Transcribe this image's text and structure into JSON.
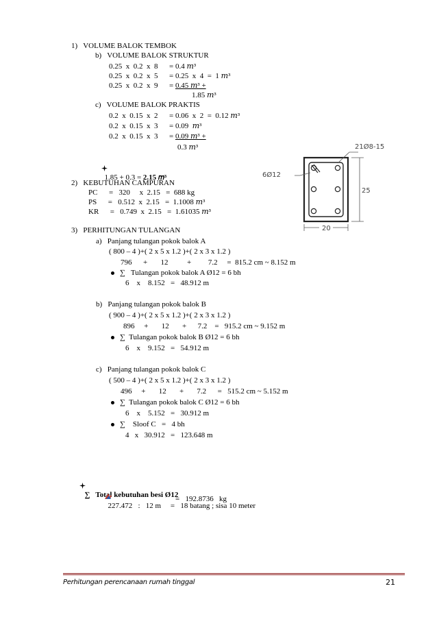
{
  "s1": {
    "title": "1)   VOLUME BALOK TEMBOK",
    "b_title": "b)   VOLUME BALOK STRUKTUR",
    "b_rows": [
      "0.25  x  0.2  x  8      = 0.4 𝑚³",
      "0.25  x  0.2  x  5      = 0.25  x  4  =  1 𝑚³",
      "0.25  x  0.2  x  9      = "
    ],
    "b_row3_u": "0.45 𝑚³ +",
    "b_total": "1.85 𝑚³",
    "c_title": "c)   VOLUME BALOK PRAKTIS",
    "c_rows": [
      "0.2  x  0.15  x  2      = 0.06  x  2  =  0.12 𝑚³",
      "0.2  x  0.15  x  3      = 0.09  𝑚³",
      "0.2  x  0.15  x  3      = "
    ],
    "c_row3_u": "0.09 𝑚³ +",
    "c_total": "0.3 𝑚³",
    "sum_plain": "1.85 + 0.3 = ",
    "sum_bold": "2.15 𝑚³"
  },
  "s2": {
    "title": "2)   KEBUTUHAN CAMPURAN",
    "rows": [
      "PC      =   320     x  2.15   =  688 kg",
      "PS      =   0.512  x  2.15   =  1.1008 𝑚³",
      "KR      =   0.749  x  2.15   =  1.61035 𝑚³"
    ]
  },
  "s3": {
    "title": "3)   PERHITUNGAN TULANGAN",
    "a_title": "a)   Panjang tulangan pokok balok A",
    "a_formula": "( 800 – 4 )+( 2 x 5 x 1.2 )+( 2 x 3 x 1.2 )",
    "a_values": "796      +       12          +         7.2     =  815.2 cm ~ 8.152 m",
    "a_bullet": "∑   Tulangan pokok balok A Ø12 = 6 bh",
    "a_calc": "6    x    8.152   =   48.912 m",
    "b_title": "b)   Panjang tulangan pokok balok B",
    "b_formula": "( 900 – 4 )+( 2 x 5 x 1.2 )+( 2 x 3 x 1.2 )",
    "b_values": "896     +       12       +      7.2    =   915.2 cm ~ 9.152 m",
    "b_bullet": "∑  Tulangan pokok balok B Ø12 = 6 bh",
    "b_calc": "6    x    9.152   =   54.912 m",
    "c_title": "c)   Panjang tulangan pokok balok C",
    "c_formula": "( 500 – 4 )+( 2 x 5 x 1.2 )+( 2 x 3 x 1.2 )",
    "c_values": "496     +       12       +       7.2      =   515.2 cm ~ 5.152 m",
    "c_bullet": "∑  Tulangan pokok balok C Ø12 = 6 bh",
    "c_calc": "6    x    5.152   =   30.912 m",
    "sloof_bullet": "∑    Sloof C   =   4 bh",
    "sloof_calc": "4   x   30.912   =   123.648 m"
  },
  "total": {
    "title": "∑   Total kebutuhan besi Ø12",
    "line1": "227.472   :   12 m     =   18 batang ; sisa 10 meter",
    "line2": "=   192.8736   kg"
  },
  "diagram": {
    "label_top": "21Ø8-15",
    "label_left": "6Ø12",
    "label_right": "25",
    "label_bottom": "20"
  },
  "footer": {
    "text": "Perhitungan perencanaan rumah tinggal",
    "page": "21"
  }
}
